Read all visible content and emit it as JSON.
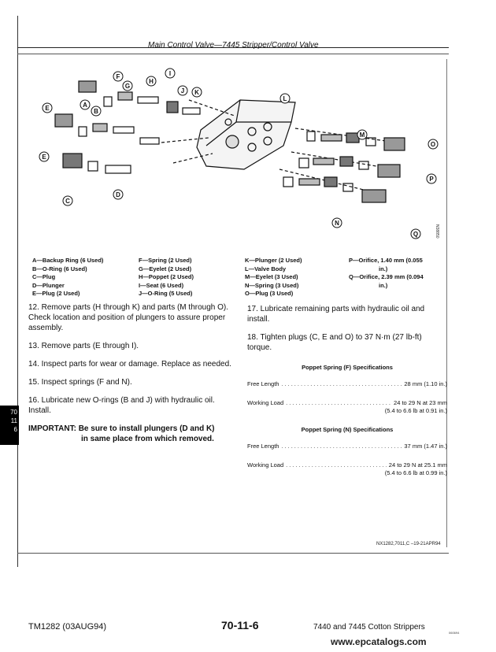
{
  "header": {
    "title": "Main Control Valve—7445 Stripper/Control Valve"
  },
  "diagram": {
    "callouts": [
      "A",
      "B",
      "C",
      "D",
      "E",
      "F",
      "G",
      "H",
      "I",
      "J",
      "K",
      "L",
      "M",
      "N",
      "O",
      "P",
      "Q"
    ],
    "side_code": "N38850"
  },
  "legend": {
    "col1": [
      "A—Backup Ring (6 Used)",
      "B—O-Ring (6 Used)",
      "C—Plug",
      "D—Plunger",
      "E—Plug (2 Used)"
    ],
    "col2": [
      "F—Spring (2 Used)",
      "G—Eyelet (2 Used)",
      "H—Poppet (2 Used)",
      "I—Seat (6 Used)",
      "J—O-Ring (5 Used)"
    ],
    "col3": [
      "K—Plunger (2 Used)",
      "L—Valve Body",
      "M—Eyelet (3 Used)",
      "N—Spring (3 Used)",
      "O—Plug (3 Used)"
    ],
    "col4": [
      "P—Orifice, 1.40 mm (0.055",
      "in.)",
      "Q—Orifice, 2.39 mm (0.094",
      "in.)"
    ]
  },
  "steps_left": [
    "12. Remove parts (H through K) and parts (M through O). Check location and position of plungers to assure proper assembly.",
    "13. Remove parts (E through I).",
    "14. Inspect parts for wear or damage. Replace as needed.",
    "15. Inspect springs (F and N).",
    "16. Lubricate new O-rings (B and J) with hydraulic oil. Install."
  ],
  "important": {
    "label": "IMPORTANT:",
    "line1": "Be sure to install plungers (D and K)",
    "line2": "in same place from which removed."
  },
  "steps_right": [
    "17. Lubricate remaining parts with hydraulic oil and install.",
    "18. Tighten plugs (C, E and O) to 37 N·m (27 lb-ft) torque."
  ],
  "spec_f": {
    "heading": "Poppet Spring (F) Specifications",
    "free_length_label": "Free Length",
    "free_length_value": "28 mm (1.10 in.)",
    "working_load_label": "Working Load",
    "working_load_value": "24 to 29 N at 23 mm",
    "working_load_sub": "(5.4 to 6.6 lb at 0.91 in.)"
  },
  "spec_n": {
    "heading": "Poppet Spring (N) Specifications",
    "free_length_label": "Free Length",
    "free_length_value": "37 mm (1.47 in.)",
    "working_load_label": "Working Load",
    "working_load_value": "24 to 29 N at 25.1 mm",
    "working_load_sub": "(5.4 to 6.6 lb at 0.99 in.)"
  },
  "tab": {
    "line1": "70",
    "line2": "11",
    "line3": "6"
  },
  "ref_code": "NX1282,7011,C –19-21APR94",
  "footer": {
    "manual": "TM1282 (03AUG94)",
    "page": "70-11-6",
    "product": "7440 and 7445 Cotton Strippers",
    "tiny": "060694"
  },
  "watermark": "www.epcatalogs.com"
}
